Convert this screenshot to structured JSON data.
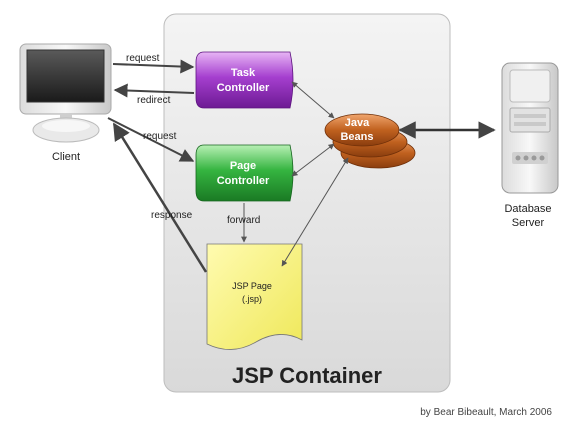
{
  "diagram": {
    "container_title": "JSP Container",
    "credit": "by Bear Bibeault, March 2006",
    "client_label": "Client",
    "database_label_line1": "Database",
    "database_label_line2": "Server",
    "task_controller_line1": "Task",
    "task_controller_line2": "Controller",
    "page_controller_line1": "Page",
    "page_controller_line2": "Controller",
    "beans_line1": "Java",
    "beans_line2": "Beans",
    "jsp_page_line1": "JSP Page",
    "jsp_page_line2": "(.jsp)",
    "edges": {
      "request_task": "request",
      "redirect": "redirect",
      "request_page": "request",
      "response": "response",
      "forward": "forward"
    }
  },
  "colors": {
    "task_controller": "#9b2fc2",
    "page_controller": "#2aa83a",
    "beans": "#b8551a",
    "jsp_page": "#f7f27a",
    "container_bg": "#e6e6e6"
  }
}
